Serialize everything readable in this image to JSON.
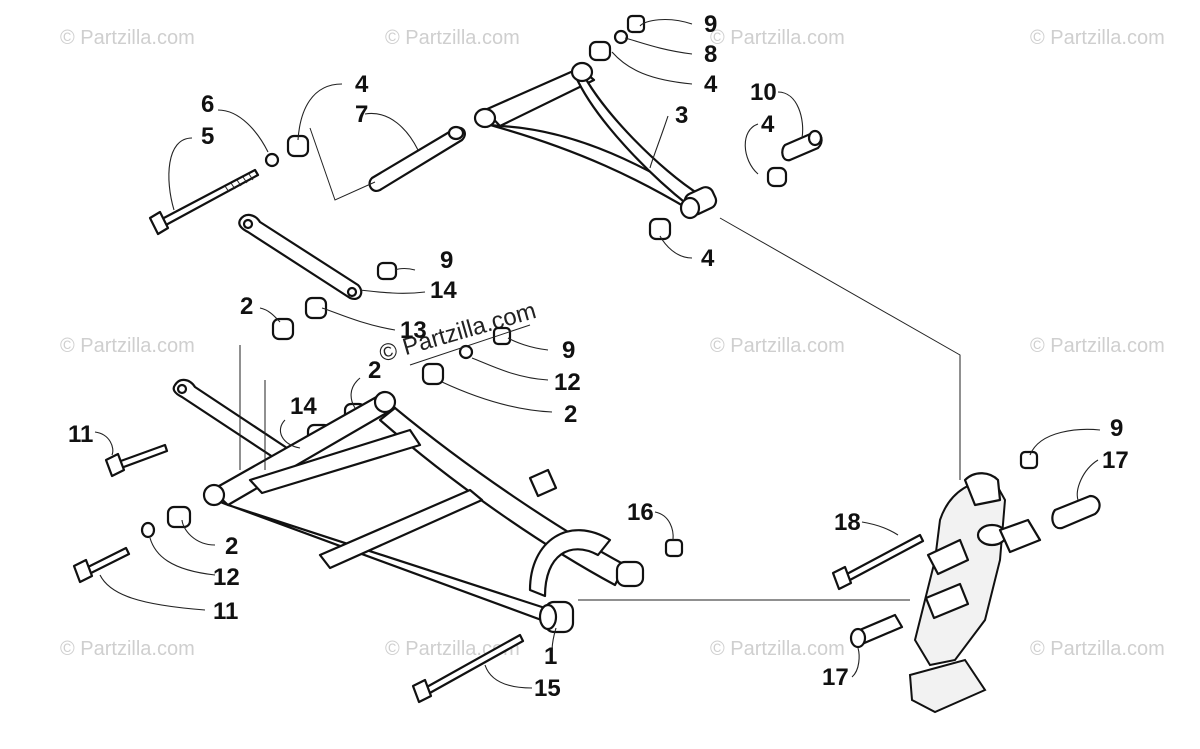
{
  "watermark": {
    "text": "© Partzilla.com",
    "center_text": "© Partzilla.com"
  },
  "callouts": [
    {
      "id": "c9a",
      "text": "9"
    },
    {
      "id": "c8",
      "text": "8"
    },
    {
      "id": "c4a",
      "text": "4"
    },
    {
      "id": "c3",
      "text": "3"
    },
    {
      "id": "c4b",
      "text": "4"
    },
    {
      "id": "c7",
      "text": "7"
    },
    {
      "id": "c6",
      "text": "6"
    },
    {
      "id": "c5",
      "text": "5"
    },
    {
      "id": "c10",
      "text": "10"
    },
    {
      "id": "c4c",
      "text": "4"
    },
    {
      "id": "c4d",
      "text": "4"
    },
    {
      "id": "c9b",
      "text": "9"
    },
    {
      "id": "c14a",
      "text": "14"
    },
    {
      "id": "c2a",
      "text": "2"
    },
    {
      "id": "c13",
      "text": "13"
    },
    {
      "id": "c9c",
      "text": "9"
    },
    {
      "id": "c2b",
      "text": "2"
    },
    {
      "id": "c12a",
      "text": "12"
    },
    {
      "id": "c2c",
      "text": "2"
    },
    {
      "id": "c14b",
      "text": "14"
    },
    {
      "id": "c11a",
      "text": "11"
    },
    {
      "id": "c9d",
      "text": "9"
    },
    {
      "id": "c17a",
      "text": "17"
    },
    {
      "id": "c16",
      "text": "16"
    },
    {
      "id": "c18",
      "text": "18"
    },
    {
      "id": "c2d",
      "text": "2"
    },
    {
      "id": "c12b",
      "text": "12"
    },
    {
      "id": "c11b",
      "text": "11"
    },
    {
      "id": "c1",
      "text": "1"
    },
    {
      "id": "c15",
      "text": "15"
    },
    {
      "id": "c17b",
      "text": "17"
    }
  ]
}
